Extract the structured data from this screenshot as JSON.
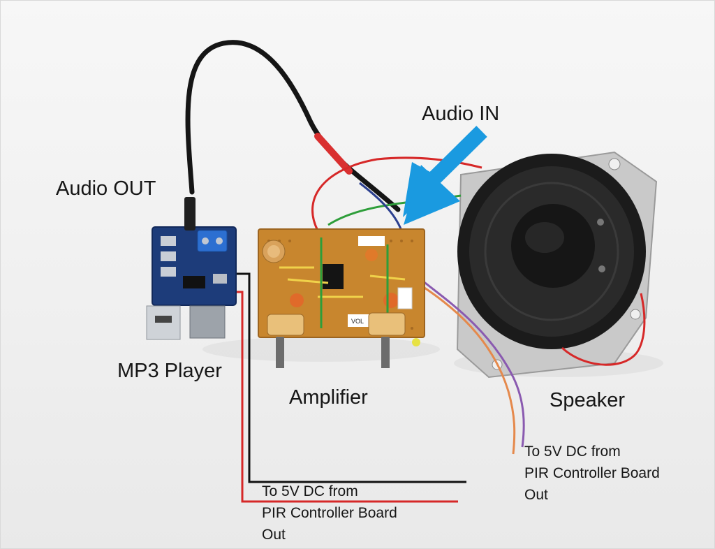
{
  "labels": {
    "audio_in": "Audio IN",
    "audio_out": "Audio OUT",
    "mp3_player": "MP3 Player",
    "amplifier": "Amplifier",
    "speaker": "Speaker"
  },
  "notes": {
    "right": {
      "line1": "To 5V DC from",
      "line2": "PIR Controller Board",
      "line3": "Out"
    },
    "bottom": {
      "line1": "To 5V DC from",
      "line2": "PIR Controller Board",
      "line3": "Out"
    }
  },
  "board_marks": {
    "vol": "VOL"
  },
  "colors": {
    "arrow": "#1a9ae0",
    "mp3_board": "#1d3c7a",
    "amp_board": "#c8862e",
    "wire_red": "#d62828",
    "wire_black": "#111111",
    "wire_green": "#2e9e3a",
    "wire_purple": "#8a5ab0",
    "wire_orange": "#e5894c"
  }
}
